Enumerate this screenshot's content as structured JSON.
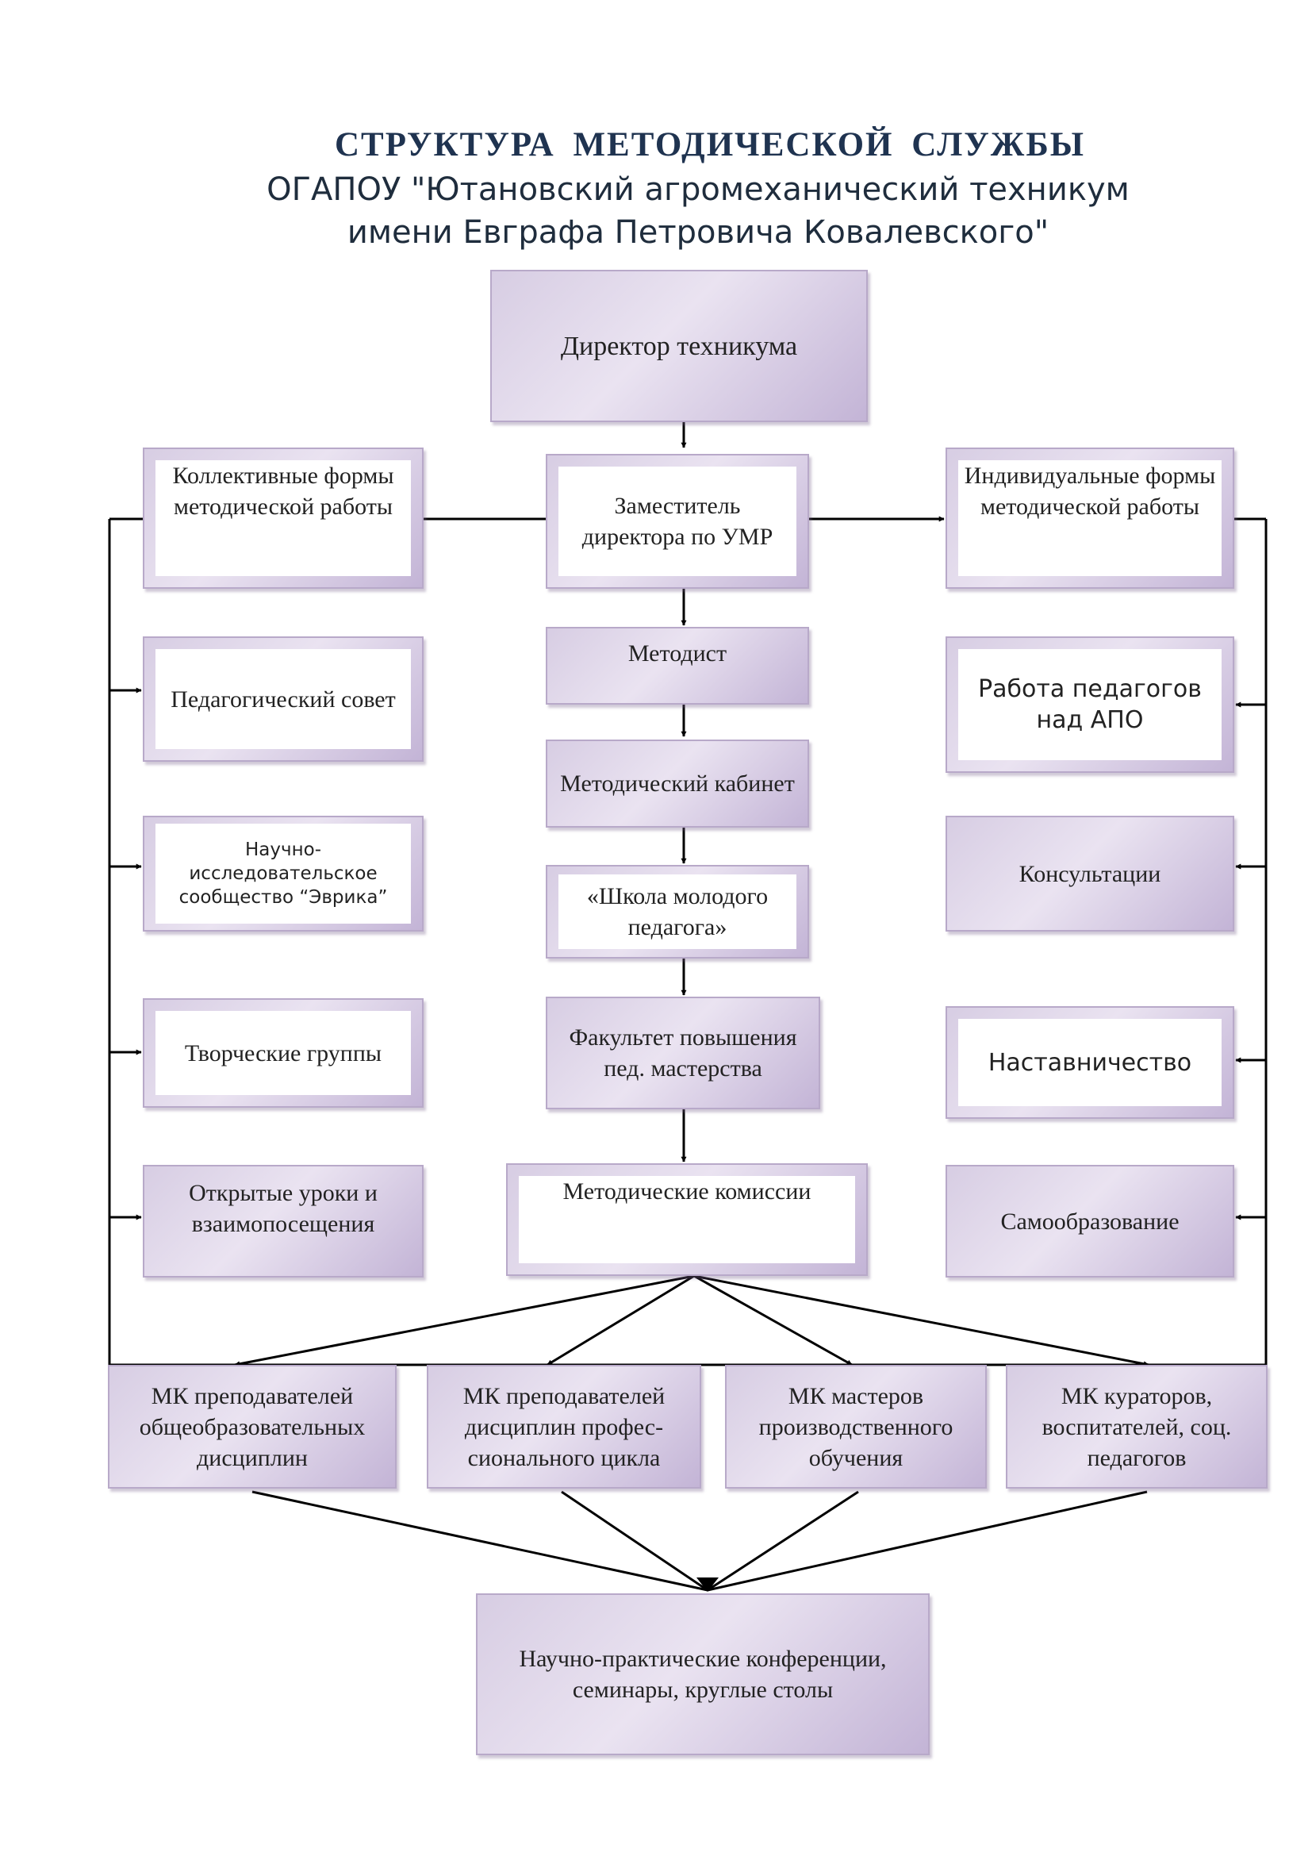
{
  "header": {
    "title": "СТРУКТУРА  МЕТОДИЧЕСКОЙ  СЛУЖБЫ",
    "subtitle_line1": "ОГАПОУ \"Ютановский агромеханический техникум",
    "subtitle_line2": "имени Евграфа Петровича Ковалевского\""
  },
  "nodes": {
    "director": "Директор техникума",
    "deputy": "Заместитель директора по УМР",
    "collective": "Коллективные формы методической работы",
    "individual": "Индивидуальные формы методической работы",
    "methodist": "Методист",
    "method_cabinet": "Методический кабинет",
    "young_teacher_school": "«Школа молодого педагога»",
    "faculty": "Факультет повышения пед. мастерства",
    "method_commissions": "Методические комиссии",
    "ped_council": "Педагогический совет",
    "research_society": "Научно-исследовательское сообщество “Эврика”",
    "creative_groups": "Творческие группы",
    "open_lessons": "Открытые уроки и взаимопосещения",
    "apo_work": "Работа педагогов над АПО",
    "consultations": "Консультации",
    "mentoring": "Наставничество",
    "self_education": "Самообразование",
    "mk_general": "МК преподавателей общеобразовательных дисциплин",
    "mk_professional": "МК преподавателей дисциплин профес-сионального цикла",
    "mk_masters": "МК мастеров производственного обучения",
    "mk_curators": "МК кураторов, воспитателей, соц. педагогов",
    "conferences": "Научно-практические конференции, семинары, круглые столы"
  }
}
